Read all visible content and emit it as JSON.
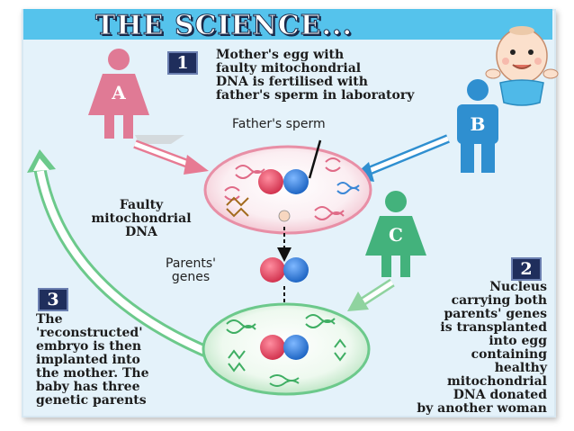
{
  "title": "THE SCIENCE...",
  "steps": [
    {
      "number": "1",
      "text": "Mother's egg with\nfaulty mitochondrial\nDNA is fertilised with\nfather's sperm in laboratory"
    },
    {
      "number": "2",
      "text": "Nucleus\ncarrying both\nparents' genes\nis transplanted\ninto egg\ncontaining\nhealthy\nmitochondrial\nDNA donated\nby another woman"
    },
    {
      "number": "3",
      "text": "The\n'reconstructed'\nembryo is then\nimplanted into\nthe mother. The\nbaby has three\ngenetic parents"
    }
  ],
  "labels": {
    "fathers_sperm": "Father's sperm",
    "faulty_dna": "Faulty\nmitochondrial\nDNA",
    "parents_genes": "Parents'\ngenes"
  },
  "figures": {
    "a": {
      "letter": "A",
      "color": "#e07a95"
    },
    "b": {
      "letter": "B",
      "color": "#2f8fd0"
    },
    "c": {
      "letter": "C",
      "color": "#43b27c"
    }
  },
  "colors": {
    "title_bar": "#55c3ec",
    "panel": "#e4f2fa",
    "badge": "#1f2e5c",
    "nucleus_red": "#e0455f",
    "nucleus_blue": "#2f7fd6"
  }
}
